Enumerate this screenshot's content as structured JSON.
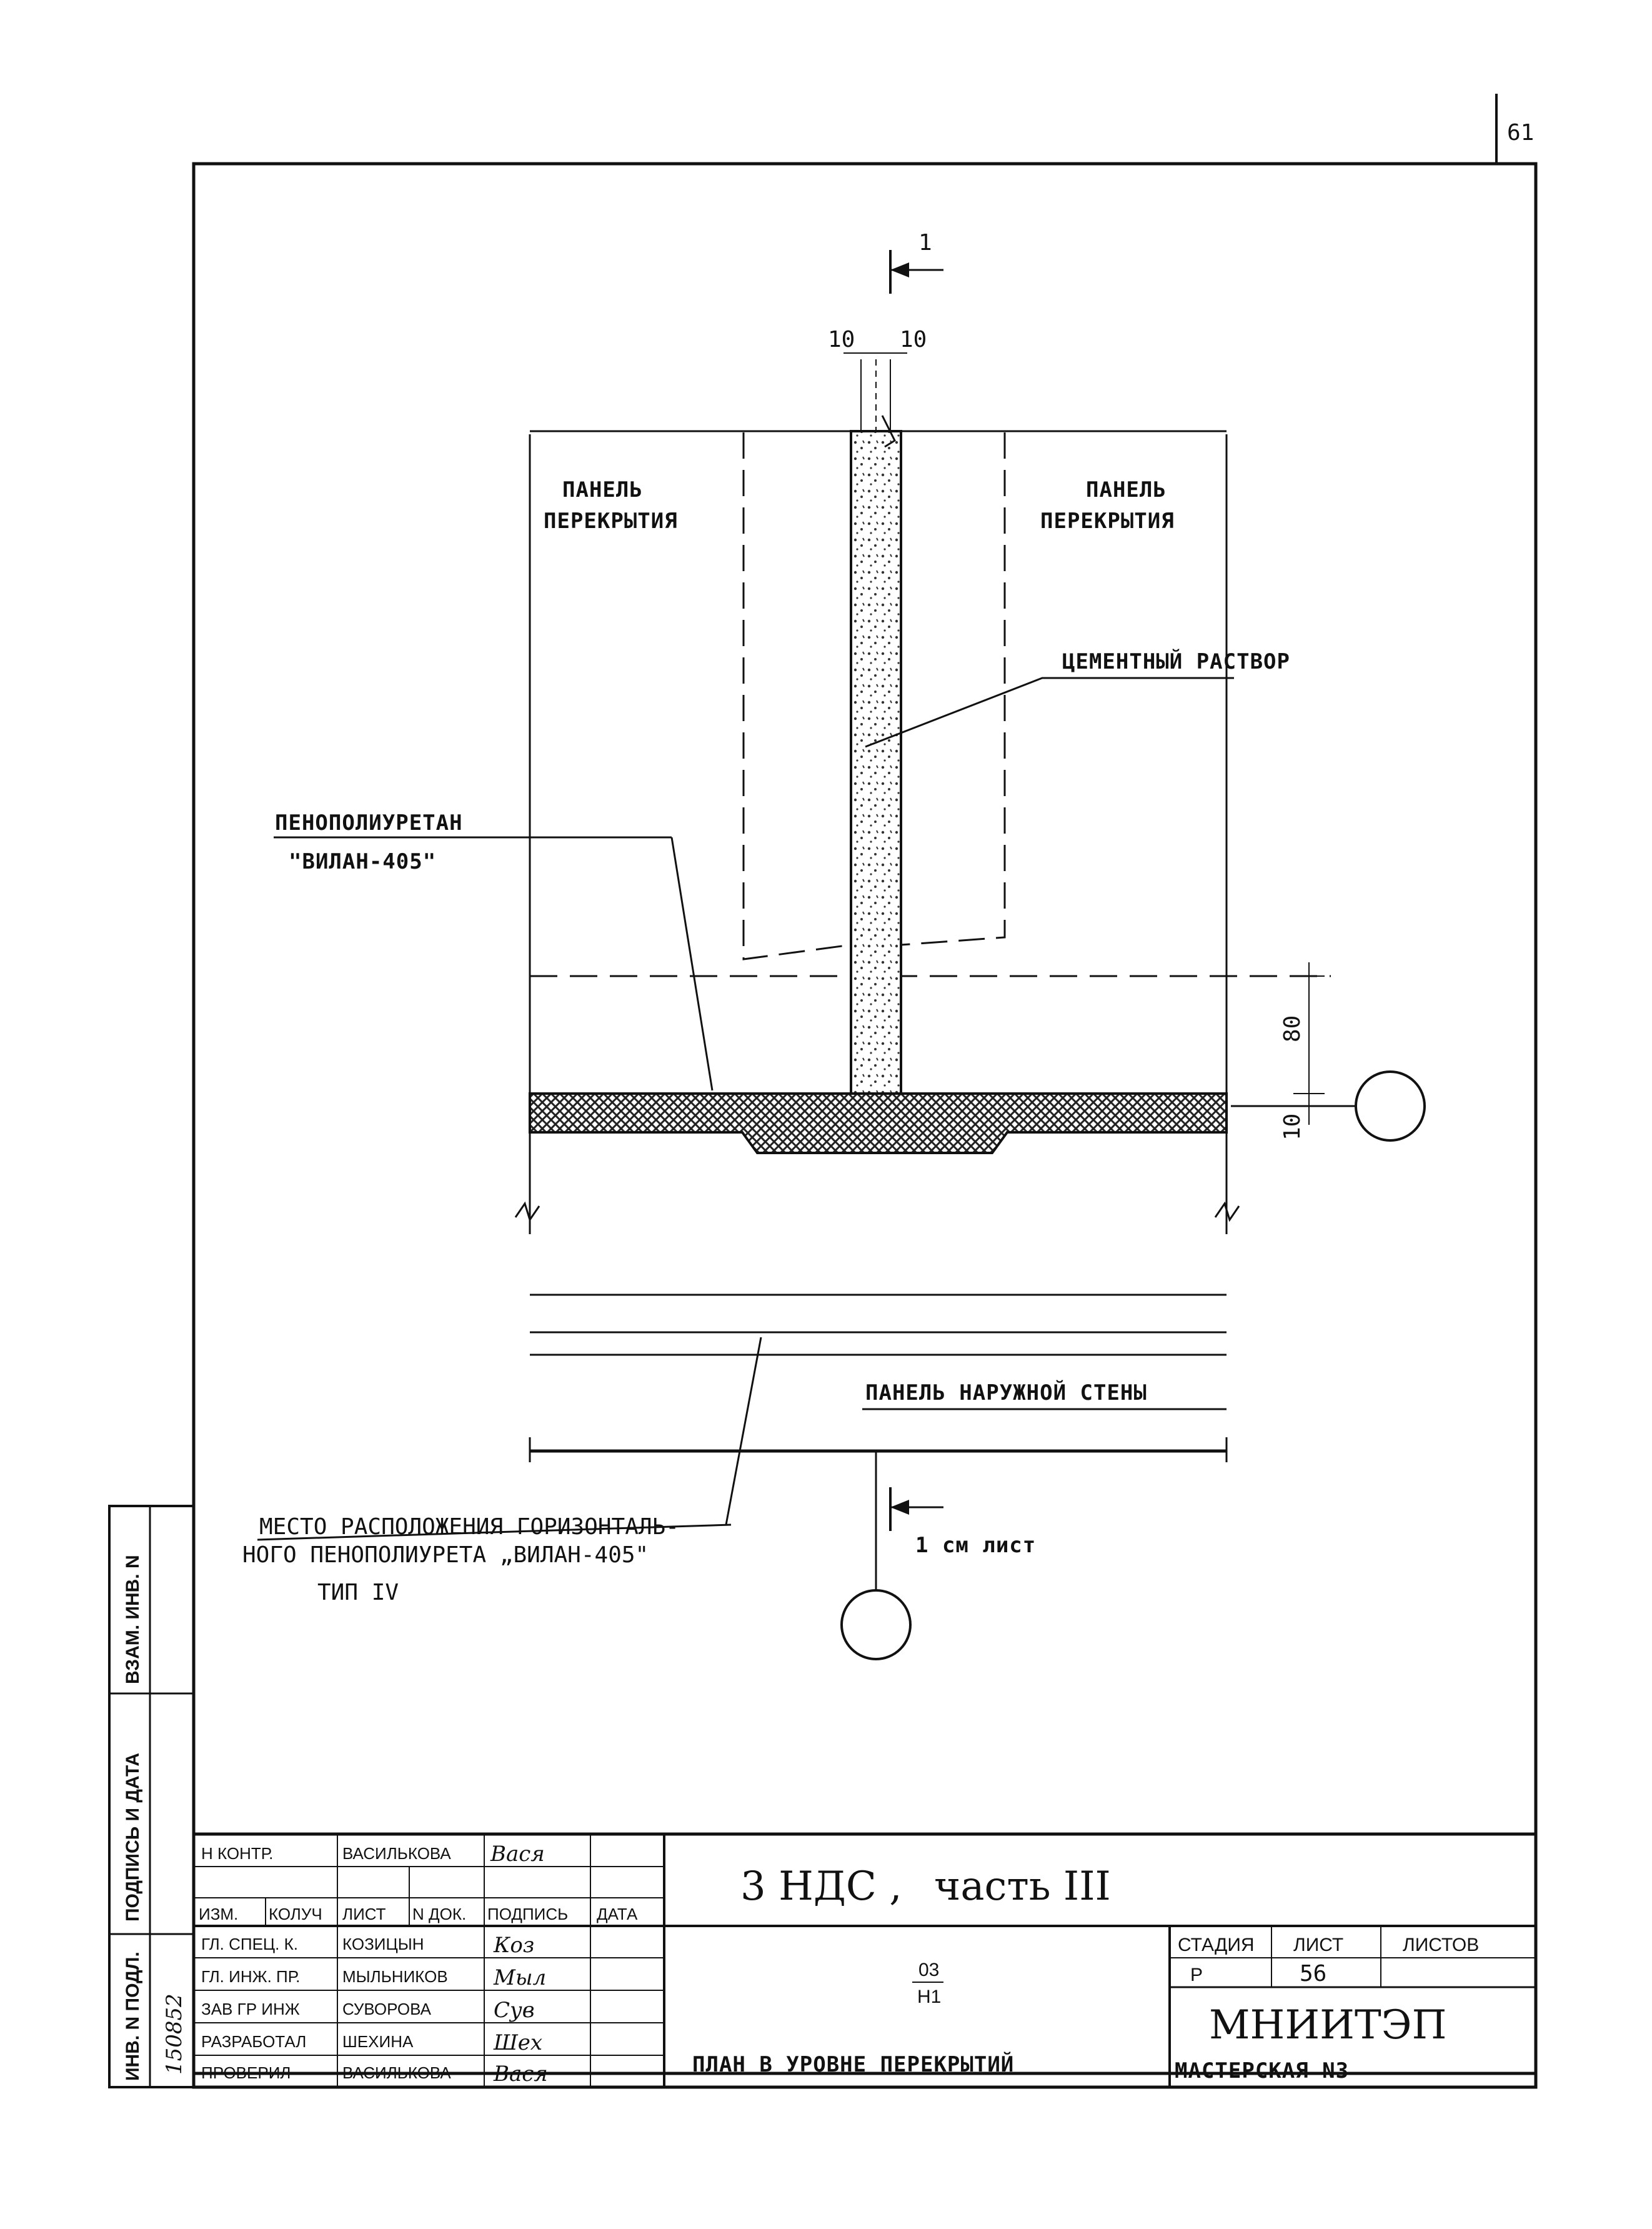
{
  "sheet_number": "61",
  "section_marks": {
    "top": "1",
    "bottom": "1 см лист"
  },
  "dimensions": {
    "joint_left": "10",
    "joint_right": "10",
    "d80": "80",
    "d10": "10"
  },
  "labels": {
    "panel_left_1": "ПАНЕЛЬ",
    "panel_left_2": "ПЕРЕКРЫТИЯ",
    "panel_right_1": "ПАНЕЛЬ",
    "panel_right_2": "ПЕРЕКРЫТИЯ",
    "cement": "ЦЕМЕНТНЫЙ РАСТВОР",
    "foam_1": "ПЕНОПОЛИУРЕТАН",
    "foam_2": "\"ВИЛАН-405\"",
    "outer_wall": "ПАНЕЛЬ НАРУЖНОЙ СТЕНЫ",
    "note_1": "МЕСТО РАСПОЛОЖЕНИЯ ГОРИЗОНТАЛЬ-",
    "note_2": "НОГО ПЕНОПОЛИУРЕТА „ВИЛАН-405\"",
    "note_3": "ТИП IV"
  },
  "side_stamp": {
    "vzam": "ВЗАМ. ИНВ. N",
    "podpis": "ПОДПИСЬ И ДАТА",
    "inv": "ИНВ. N ПОДЛ.",
    "inv_value": "150852"
  },
  "title_block": {
    "header": {
      "izm": "ИЗМ.",
      "koluch": "КОЛУЧ",
      "list": "ЛИСТ",
      "ndok": "N ДОК.",
      "podpis": "ПОДПИСЬ",
      "data": "ДАТА"
    },
    "nkontr_role": "Н КОНТР.",
    "nkontr_name": "ВАСИЛЬКОВА",
    "nkontr_sign": "Вася",
    "rows": [
      {
        "role": "ГЛ. СПЕЦ. К.",
        "name": "КОЗИЦЫН",
        "sign": "Коз"
      },
      {
        "role": "ГЛ. ИНЖ. ПР.",
        "name": "МЫЛЬНИКОВ",
        "sign": "Мыл"
      },
      {
        "role": "ЗАВ ГР ИНЖ",
        "name": "СУВОРОВА",
        "sign": "Сув"
      },
      {
        "role": "РАЗРАБОТАЛ",
        "name": "ШЕХИНА",
        "sign": "Шех"
      },
      {
        "role": "ПРОВЕРИЛ",
        "name": "ВАСИЛЬКОВА",
        "sign": "Вася"
      }
    ],
    "project_main": "3 НДС ,",
    "project_part": "часть III",
    "code_num": "03",
    "code_den": "Н1",
    "sheet_title": "ПЛАН В УРОВНЕ ПЕРЕКРЫТИЙ",
    "stage_label": "СТАДИЯ",
    "list_label": "ЛИСТ",
    "listov_label": "ЛИСТОВ",
    "stage": "Р",
    "list": "56",
    "listov": "",
    "org": "МНИИТЭП",
    "workshop": "МАСТЕРСКАЯ N3"
  }
}
